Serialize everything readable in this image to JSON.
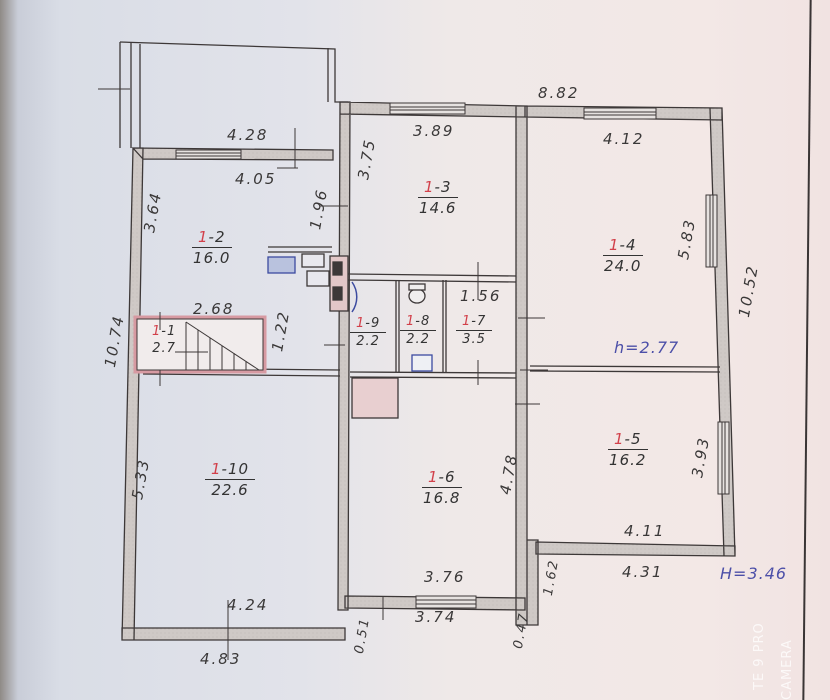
{
  "plan": {
    "rooms": [
      {
        "id": "1-1",
        "prefix": "1",
        "suffix": "-1",
        "area": "2.7"
      },
      {
        "id": "1-2",
        "prefix": "1",
        "suffix": "-2",
        "area": "16.0"
      },
      {
        "id": "1-3",
        "prefix": "1",
        "suffix": "-3",
        "area": "14.6"
      },
      {
        "id": "1-4",
        "prefix": "1",
        "suffix": "-4",
        "area": "24.0"
      },
      {
        "id": "1-5",
        "prefix": "1",
        "suffix": "-5",
        "area": "16.2"
      },
      {
        "id": "1-6",
        "prefix": "1",
        "suffix": "-6",
        "area": "16.8"
      },
      {
        "id": "1-7",
        "prefix": "1",
        "suffix": "-7",
        "area": "3.5"
      },
      {
        "id": "1-8",
        "prefix": "1",
        "suffix": "-8",
        "area": "2.2"
      },
      {
        "id": "1-9",
        "prefix": "1",
        "suffix": "-9",
        "area": "2.2"
      },
      {
        "id": "1-10",
        "prefix": "1",
        "suffix": "-10",
        "area": "22.6"
      }
    ],
    "dimensions": {
      "top_overall": "8.82",
      "porch_width": "4.28",
      "room2_width": "4.05",
      "room2_depth": "3.64",
      "room2_side": "1.96",
      "room3_width": "3.89",
      "room3_depth": "3.75",
      "room4_width": "4.12",
      "room4_depth": "5.83",
      "right_overall": "10.52",
      "left_overall": "10.74",
      "stair_width": "2.68",
      "stair_depth": "1.22",
      "room7_width": "1.56",
      "room10_depth": "5.33",
      "room10_inner_width": "4.24",
      "room10_outer_width": "4.83",
      "room6_depth": "4.78",
      "room6_inner_width": "3.76",
      "room6_outer_width": "3.74",
      "room5_depth": "3.93",
      "room5_inner_width": "4.11",
      "room5_outer_width": "4.31",
      "offset_left": "0.51",
      "offset_right": "0.47",
      "offset_step": "1.62"
    },
    "ceiling_height": "h=2.77",
    "building_height": "H=3.46"
  },
  "watermark": {
    "line1": "TE 9 PRO",
    "line2": "CAMERA"
  }
}
